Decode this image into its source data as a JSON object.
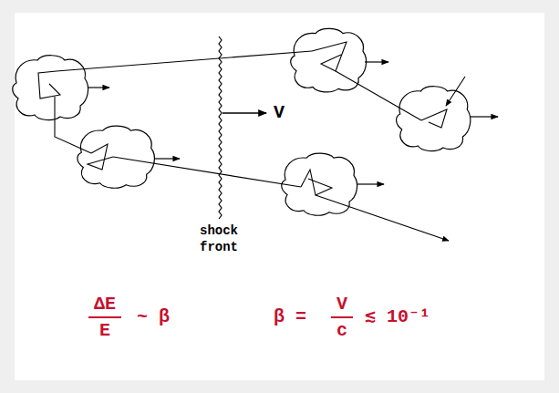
{
  "diagram": {
    "labels": [
      "V",
      "shock front",
      "ΔE",
      "E",
      "~ β",
      "β =",
      "V",
      "c",
      "≲ 10⁻¹"
    ]
  }
}
